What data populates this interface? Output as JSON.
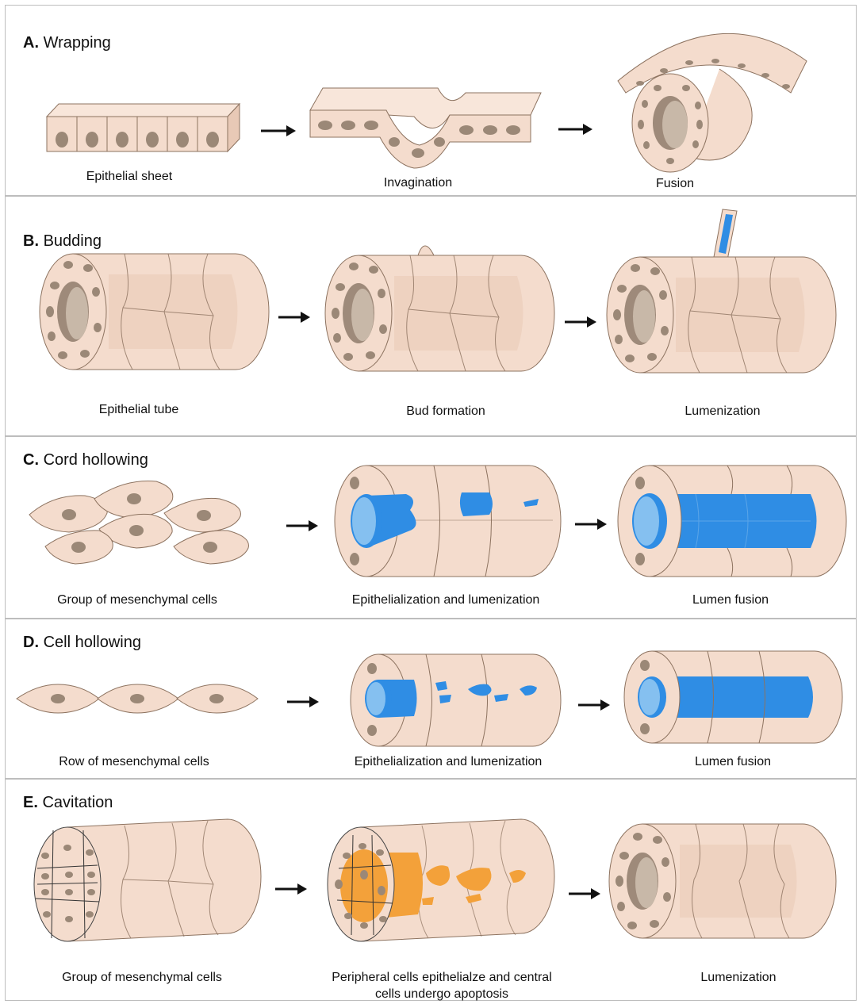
{
  "panels": [
    {
      "letter": "A.",
      "title": "Wrapping",
      "captions": [
        "Epithelial sheet",
        "Invagination",
        "Fusion"
      ]
    },
    {
      "letter": "B.",
      "title": "Budding",
      "captions": [
        "Epithelial tube",
        "Bud formation",
        "Lumenization"
      ]
    },
    {
      "letter": "C.",
      "title": "Cord hollowing",
      "captions": [
        "Group of mesenchymal cells",
        "Epithelialization and lumenization",
        "Lumen fusion"
      ]
    },
    {
      "letter": "D.",
      "title": "Cell hollowing",
      "captions": [
        "Row of mesenchymal cells",
        "Epithelialization and lumenization",
        "Lumen fusion"
      ]
    },
    {
      "letter": "E.",
      "title": "Cavitation",
      "captions": [
        "Group of mesenchymal cells",
        "Peripheral cells epithelialze and central cells undergo apoptosis",
        "Lumenization"
      ]
    }
  ],
  "colors": {
    "cell_fill": "#f4dccd",
    "cell_stroke": "#8d7360",
    "nucleus": "#9b8877",
    "lumen_blue": "#2f8de4",
    "apoptosis_orange": "#f3a13a",
    "panel_border": "#bdbdbd"
  }
}
